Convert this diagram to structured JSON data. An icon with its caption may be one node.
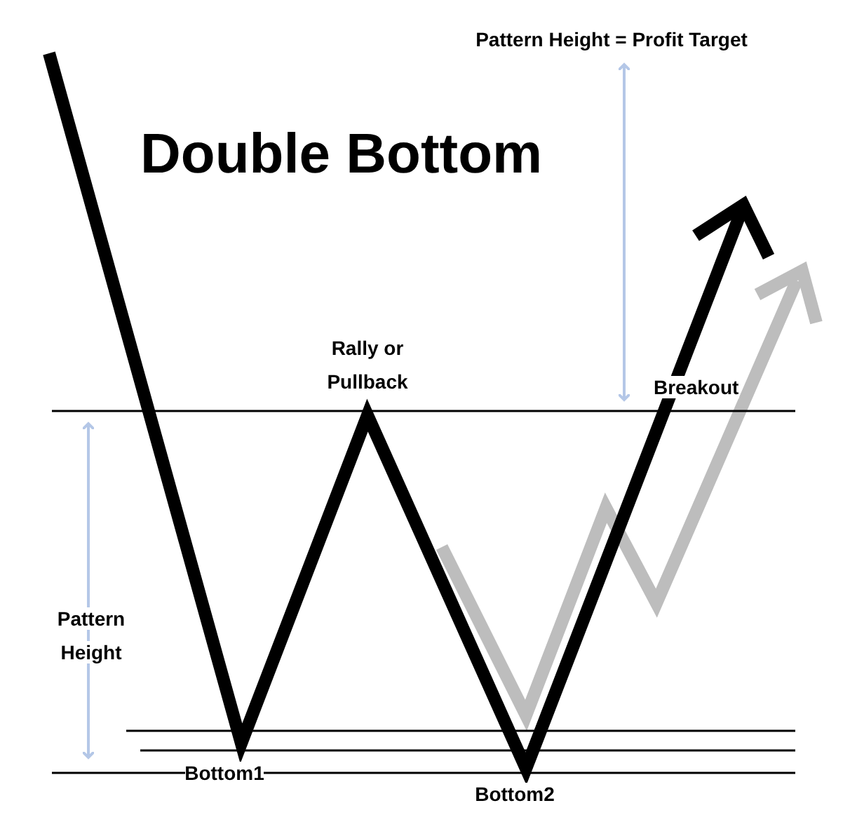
{
  "diagram": {
    "title": "Double Bottom",
    "labels": [
      "Pattern Height = Profit Target",
      "Rally or Pullback",
      "Breakout",
      "Pattern Height",
      "Bottom1",
      "Bottom2"
    ]
  }
}
